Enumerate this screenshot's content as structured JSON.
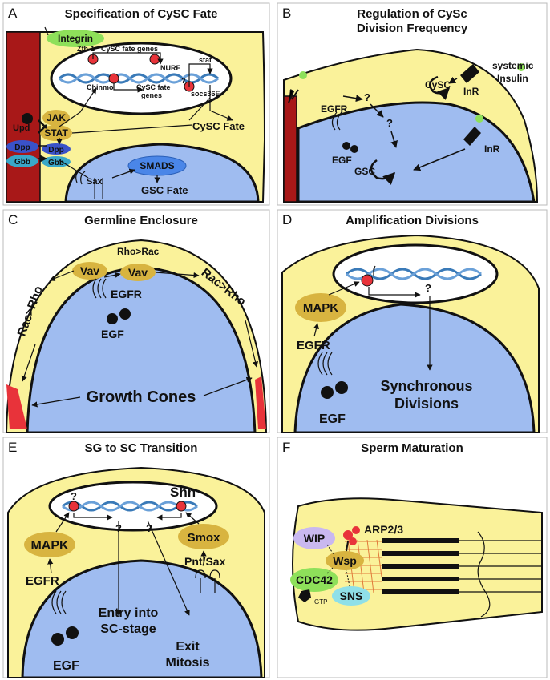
{
  "panels": {
    "A": {
      "letter": "A",
      "title": "Specification of CySC Fate",
      "integrin": "Integrin",
      "zfh1": "Zfh-1",
      "cysc_fate_genes_top": "CySC fate genes",
      "nurf": "NURF",
      "stat_gene": "stat",
      "chinmo": "Chinmo",
      "cysc_fate_genes_bottom_1": "CySC fate",
      "cysc_fate_genes_bottom_2": "genes",
      "question": "?",
      "socs36e": "socs36E",
      "jak": "JAK",
      "upd": "Upd",
      "stat": "STAT",
      "dpp_left": "Dpp",
      "gbb_left": "Gbb",
      "dpp_right": "Dpp",
      "gbb_right": "Gbb",
      "cysc_fate": "CySC Fate",
      "smads": "SMADS",
      "sax": "Sax",
      "gsc_fate": "GSC Fate"
    },
    "B": {
      "letter": "B",
      "title_line1": "Regulation of CySc",
      "title_line2": "Division Frequency",
      "systemic": "systemic",
      "insulin": "Insulin",
      "cysc": "CySC",
      "inr_top": "InR",
      "egfr": "EGFR",
      "q1": "?",
      "q2": "?",
      "egf": "EGF",
      "inr_bottom": "InR",
      "gsc": "GSC"
    },
    "C": {
      "letter": "C",
      "title": "Germline Enclosure",
      "rho_rac": "Rho>Rac",
      "vav1": "Vav",
      "vav2": "Vav",
      "rac_rho_right": "Rac>Rho",
      "rac_rho_left": "Rac>Rho",
      "egfr": "EGFR",
      "egf": "EGF",
      "growth_cones": "Growth Cones"
    },
    "D": {
      "letter": "D",
      "title": "Amplification Divisions",
      "question": "?",
      "mapk": "MAPK",
      "egfr": "EGFR",
      "egf": "EGF",
      "sync_1": "Synchronous",
      "sync_2": "Divisions"
    },
    "E": {
      "letter": "E",
      "title": "SG to SC Transition",
      "shn": "Shn",
      "q1": "?",
      "q2": "?",
      "q3": "?",
      "mapk": "MAPK",
      "smox": "Smox",
      "pnt_sax": "Pnt/Sax",
      "egfr": "EGFR",
      "egf": "EGF",
      "entry_1": "Entry into",
      "entry_2": "SC-stage",
      "exit_1": "Exit",
      "exit_2": "Mitosis"
    },
    "F": {
      "letter": "F",
      "title": "Sperm Maturation",
      "wip": "WIP",
      "arp": "ARP2/3",
      "wsp": "Wsp",
      "cdc42": "CDC42",
      "gtp": "GTP",
      "sns": "SNS"
    }
  },
  "colors": {
    "yellow": "#faf29a",
    "blue": "#9fbcf0",
    "hub": "#a81818",
    "green": "#8ee05a",
    "gold": "#d8b440",
    "red": "#e8333a"
  }
}
